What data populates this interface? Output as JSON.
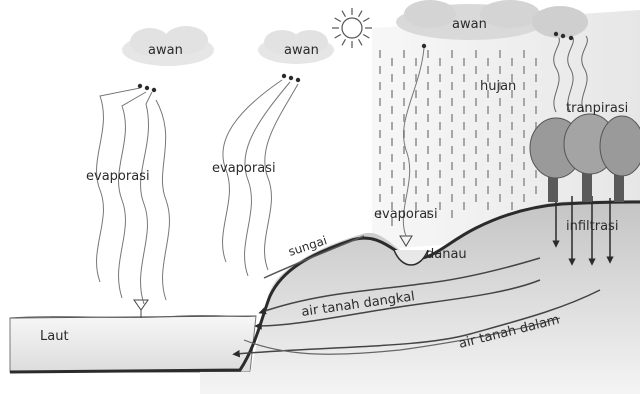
{
  "diagram": {
    "labels": {
      "awan_left": "awan",
      "awan_mid": "awan",
      "awan_right": "awan",
      "hujan": "hujan",
      "tranpirasi": "tranpirasi",
      "evaporasi_left": "evaporasi",
      "evaporasi_mid": "evaporasi",
      "evaporasi_lake": "evaporasi",
      "sungai": "sungai",
      "danau": "danau",
      "infiltrasi": "infiltrasi",
      "air_tanah_dangkal": "air tanah dangkal",
      "air_tanah_dalam": "air tanah dalam",
      "laut": "Laut"
    },
    "colors": {
      "ink": "#2b2b2b",
      "cloud": "#e6e6e6",
      "rain": "#9a9a9a",
      "tree": "#8c8c8c",
      "ground": "#d0d0d0"
    }
  }
}
